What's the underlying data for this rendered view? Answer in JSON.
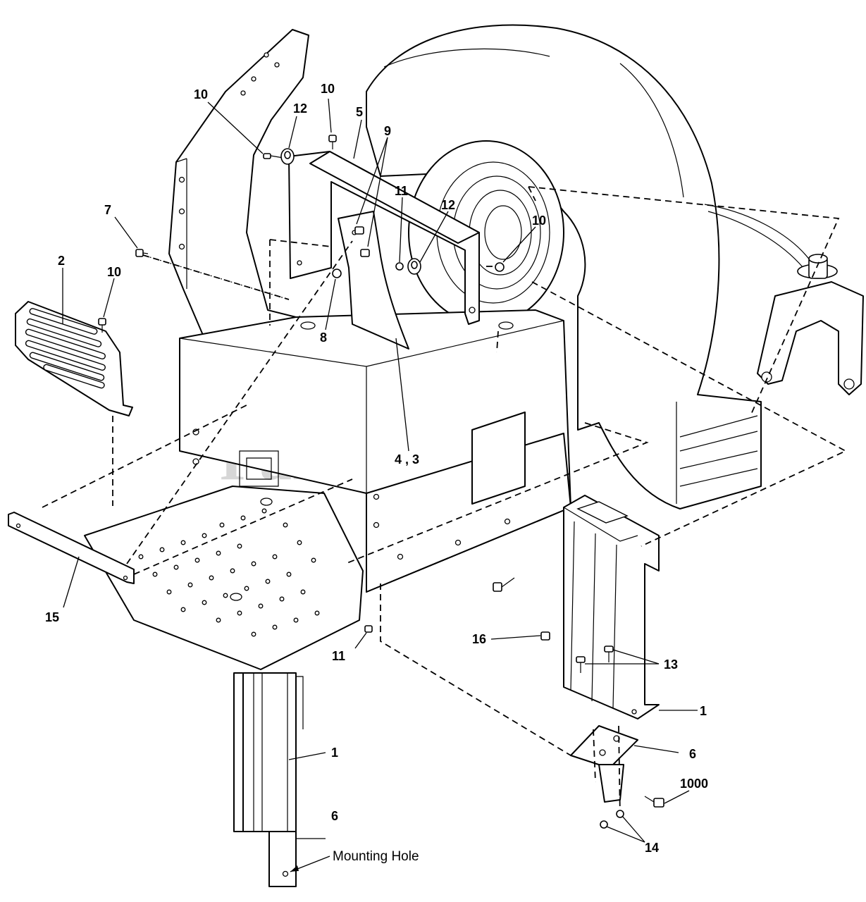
{
  "watermark": {
    "text": "PartsTree",
    "tm": "TM"
  },
  "callouts": [
    {
      "label": "10"
    },
    {
      "label": "12"
    },
    {
      "label": "10"
    },
    {
      "label": "5"
    },
    {
      "label": "9"
    },
    {
      "label": "11"
    },
    {
      "label": "12"
    },
    {
      "label": "10"
    },
    {
      "label": "7"
    },
    {
      "label": "2"
    },
    {
      "label": "10"
    },
    {
      "label": "8"
    },
    {
      "label": "4 , 3"
    },
    {
      "label": "15"
    },
    {
      "label": "11"
    },
    {
      "label": "16"
    },
    {
      "label": "13"
    },
    {
      "label": "1"
    },
    {
      "label": "6"
    },
    {
      "label": "1000"
    },
    {
      "label": "14"
    },
    {
      "label": "1"
    },
    {
      "label": "6"
    }
  ],
  "notes": {
    "mounting_hole": "Mounting Hole"
  }
}
